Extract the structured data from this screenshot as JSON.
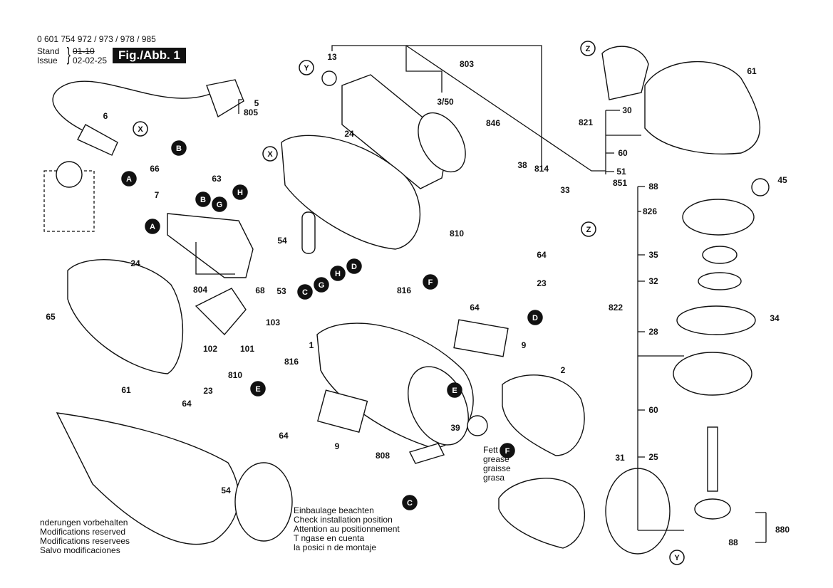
{
  "header": {
    "part_numbers": "0 601 754 972 / 973 / 978 / 985",
    "stand_label": "Stand",
    "issue_label": "Issue",
    "stand_date_struck": "01-10",
    "issue_date": "02-02-25",
    "figure_label": "Fig./Abb. 1"
  },
  "notes_left": [
    "nderungen vorbehalten",
    "Modifications reserved",
    "Modifications reservees",
    "Salvo modificaciones"
  ],
  "notes_right": [
    "Einbaulage beachten",
    "Check installation position",
    "Attention au positionnement",
    "T ngase en cuenta",
    "la posici n de montaje"
  ],
  "grease_note": [
    "Fett",
    "grease",
    "graisse",
    "grasa"
  ],
  "callouts": [
    "13",
    "803",
    "3/50",
    "5",
    "805",
    "6",
    "24",
    "846",
    "38",
    "814",
    "33",
    "61",
    "30",
    "821",
    "60",
    "51",
    "851",
    "45",
    "88",
    "826",
    "35",
    "32",
    "822",
    "34",
    "28",
    "60",
    "25",
    "31",
    "880",
    "88",
    "66",
    "63",
    "7",
    "54",
    "810",
    "64",
    "23",
    "816",
    "64",
    "24",
    "804",
    "68",
    "53",
    "65",
    "103",
    "1",
    "9",
    "2",
    "102",
    "101",
    "61",
    "810",
    "816",
    "23",
    "64",
    "64",
    "9",
    "808",
    "39",
    "54"
  ],
  "markers": [
    "Y",
    "X",
    "B",
    "A",
    "B",
    "H",
    "G",
    "A",
    "X",
    "D",
    "H",
    "G",
    "C",
    "F",
    "D",
    "E",
    "E",
    "F",
    "C",
    "Z",
    "Z",
    "Y"
  ]
}
